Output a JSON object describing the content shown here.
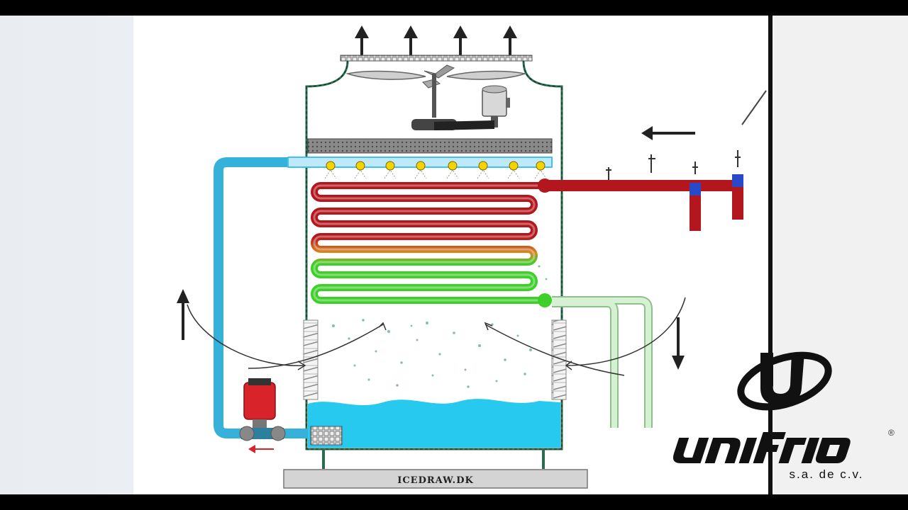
{
  "diagram": {
    "watermark_text": "ICEDRAW.DK",
    "brand": {
      "name": "unifrio",
      "subtitle": "s.a. de c.v.",
      "registered_mark": "®"
    },
    "colors": {
      "hot_pipe": "#b3161d",
      "cold_pipe": "#3ecf2a",
      "spray_water_pipe": "#3fc2ee",
      "basin_water": "#27c9ef",
      "return_pipe": "#bfe8bd",
      "pump": "#d8232a",
      "valve": "#2a49c8"
    },
    "icons": [
      "up-arrow",
      "left-arrow",
      "down-arrow",
      "fan",
      "motor",
      "spray-nozzle",
      "pump"
    ]
  }
}
